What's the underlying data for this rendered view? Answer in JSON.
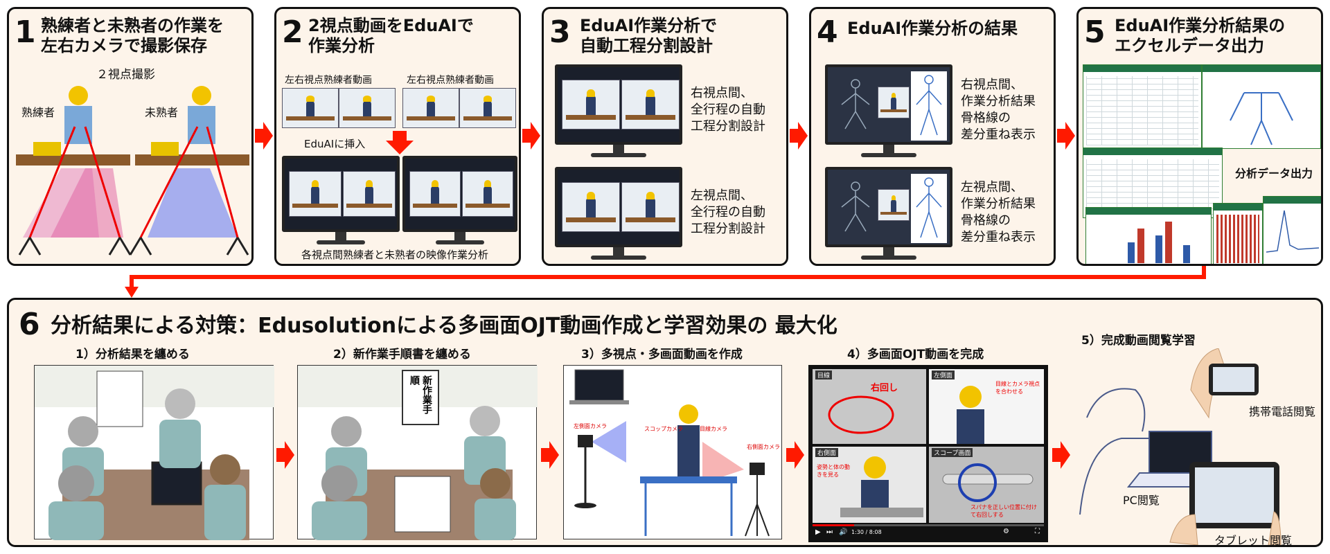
{
  "colors": {
    "arrow": "#ff1a00",
    "panel_bg": "#fdf4ea",
    "helmet": "#f2c300",
    "excel": "#217346"
  },
  "steps": [
    {
      "num": "1",
      "title": "熟練者と未熟者の作業を\n左右カメラで撮影保存",
      "label_center": "２視点撮影",
      "label_left": "熟練者",
      "label_right": "未熟者"
    },
    {
      "num": "2",
      "title": "2視点動画をEduAIで\n作業分析",
      "label_left_video": "左右視点熟練者動画",
      "label_right_video": "左右視点熟練者動画",
      "insert_label": "EduAIに挿入",
      "caption": "各視点間熟練者と未熟者の映像作業分析"
    },
    {
      "num": "3",
      "title": "EduAI作業分析で\n自動工程分割設計",
      "desc_top": "右視点間、\n全行程の自動\n工程分割設計",
      "desc_bottom": "左視点間、\n全行程の自動\n工程分割設計"
    },
    {
      "num": "4",
      "title": "EduAI作業分析の結果",
      "desc_top": "右視点間、\n作業分析結果\n骨格線の\n差分重ね表示",
      "desc_bottom": "左視点間、\n作業分析結果\n骨格線の\n差分重ね表示"
    },
    {
      "num": "5",
      "title": "EduAI作業分析結果の\nエクセルデータ出力",
      "label": "分析データ出力"
    }
  ],
  "section6": {
    "num": "6",
    "title": "分析結果による対策：Edusolutionによる多画面OJT動画作成と学習効果の 最大化",
    "substeps": [
      {
        "label": "1）分析結果を纏める"
      },
      {
        "label": "2）新作業手順書を纏める",
        "doc_text": "新作業手順"
      },
      {
        "label": "3）多視点・多画面動画を作成",
        "cam_left": "左側面カメラ",
        "cam_scope": "スコップカメラ",
        "cam_eye": "目線カメラ",
        "cam_right": "右側面カメラ"
      },
      {
        "label": "4）多画面OJT動画を完成",
        "q1": "目線",
        "q1_note": "右回し",
        "q2": "左側面",
        "q2_note": "目線とカメラ視点を合わせる",
        "q3": "右側面",
        "q3_note": "姿勢と体の動きを見る",
        "q4": "スコープ画面",
        "q4_note": "スパナを正しい位置に付けて右回しする",
        "time": "1:30 / 8:08"
      },
      {
        "label": "5）完成動画閲覧学習",
        "mobile": "携帯電話閲覧",
        "pc": "PC閲覧",
        "tablet": "タブレット閲覧"
      }
    ]
  }
}
